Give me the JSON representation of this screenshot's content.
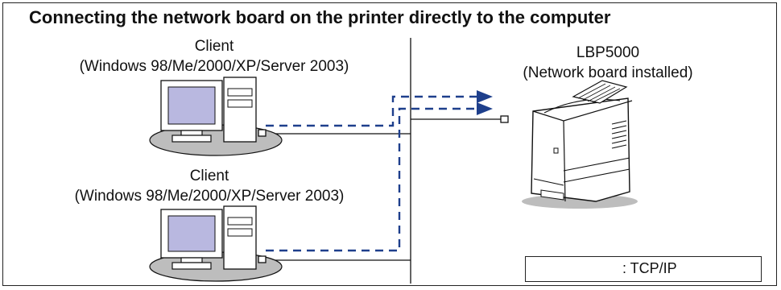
{
  "title": "Connecting the network board on the printer directly to the computer",
  "clients": [
    {
      "name": "Client",
      "os": "(Windows 98/Me/2000/XP/Server 2003)"
    },
    {
      "name": "Client",
      "os": "(Windows 98/Me/2000/XP/Server 2003)"
    }
  ],
  "printer": {
    "name": "LBP5000",
    "board": "(Network board installed)"
  },
  "legend": {
    "label": ": TCP/IP"
  },
  "colors": {
    "tcpip": "#1e3f8c",
    "screen": "#b9b8e0",
    "shadow": "#bdbdbd"
  }
}
